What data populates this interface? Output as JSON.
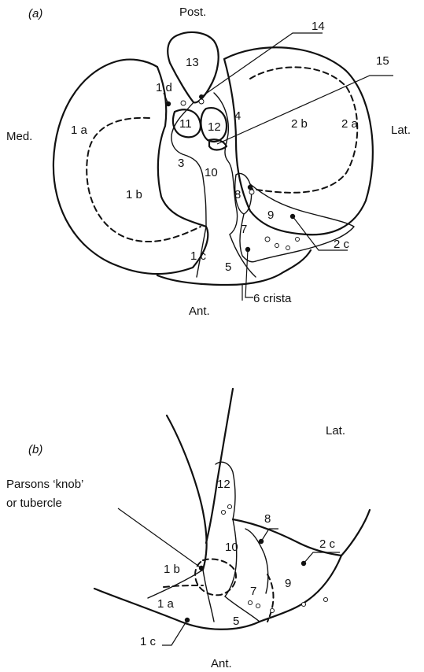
{
  "panel_a": {
    "tag": "(a)",
    "orientation": {
      "top": "Post.",
      "bottom": "Ant.",
      "left": "Med.",
      "right": "Lat."
    },
    "regions": {
      "r1a": "1 a",
      "r1b": "1 b",
      "r1c": "1 c",
      "r1d": "1 d",
      "r2a": "2 a",
      "r2b": "2 b",
      "r2c": "2 c",
      "r3": "3",
      "r4": "4",
      "r5": "5",
      "r7": "7",
      "r8": "8",
      "r9": "9",
      "r10": "10",
      "r11": "11",
      "r12": "12",
      "r13": "13",
      "r14": "14",
      "r15": "15",
      "r6": "6 crista"
    }
  },
  "panel_b": {
    "tag": "(b)",
    "orientation": {
      "right": "Lat.",
      "bottom": "Ant."
    },
    "tubercle_line1": "Parsons ‘knob’",
    "tubercle_line2": "or tubercle",
    "regions": {
      "r12": "12",
      "r8": "8",
      "r2c": "2 c",
      "r10": "10",
      "r1b": "1 b",
      "r9": "9",
      "r7": "7",
      "r1a": "1 a",
      "r5": "5",
      "r1c": "1 c"
    }
  }
}
